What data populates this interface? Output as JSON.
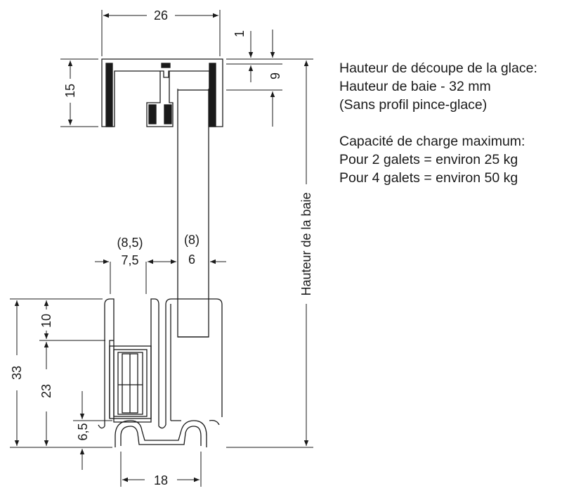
{
  "notes": {
    "glass_cut_title": "Hauteur de découpe de la glace:",
    "glass_cut_formula": "Hauteur de baie - 32 mm",
    "glass_cut_note": "(Sans profil pince-glace)",
    "load_title": "Capacité de charge maximum:",
    "load_2_wheels": "Pour 2 galets = environ 25 kg",
    "load_4_wheels": "Pour 4 galets = environ 50 kg"
  },
  "dimensions": {
    "top_width": "26",
    "top_lip": "1",
    "top_groove": "9",
    "top_height": "15",
    "rail_slot_width_alt": "(8,5)",
    "rail_slot_width": "7,5",
    "glass_width_alt": "(8)",
    "glass_width": "6",
    "bottom_upper": "10",
    "bottom_lower": "23",
    "bottom_total": "33",
    "track_height": "6,5",
    "track_width": "18",
    "bay_height": "Hauteur de la baie"
  }
}
